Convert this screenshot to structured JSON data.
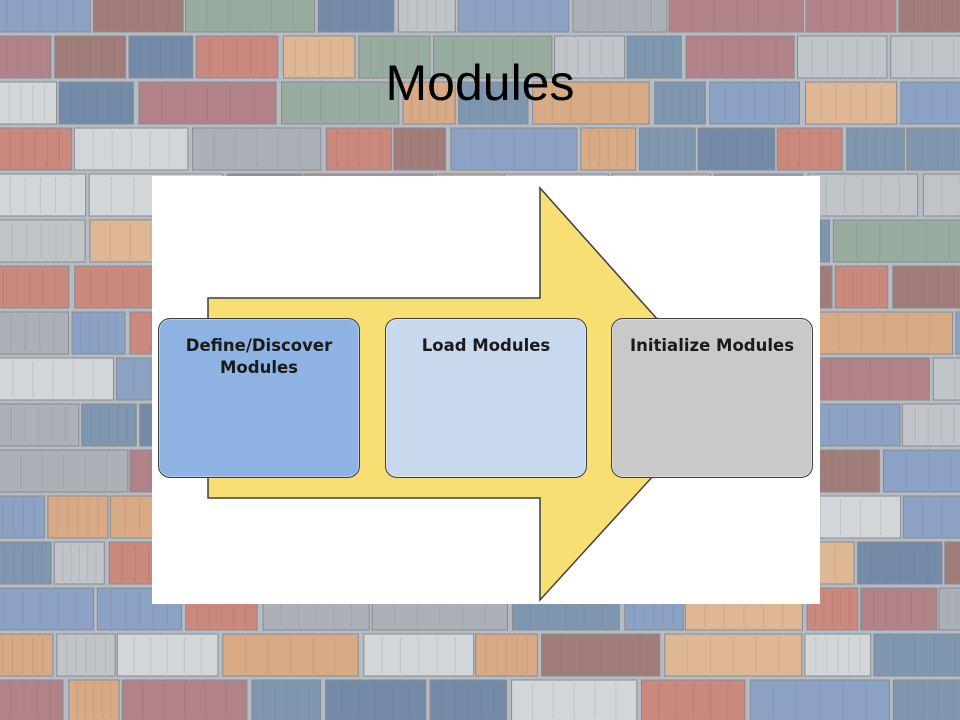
{
  "slide": {
    "title": "Modules"
  },
  "diagram": {
    "arrow_color": "#f7df74",
    "steps": [
      {
        "label": "Define/Discover Modules",
        "color": "#8fb3e2"
      },
      {
        "label": "Load Modules",
        "color": "#c8d9ee"
      },
      {
        "label": "Initialize Modules",
        "color": "#c9c9c9"
      }
    ]
  }
}
